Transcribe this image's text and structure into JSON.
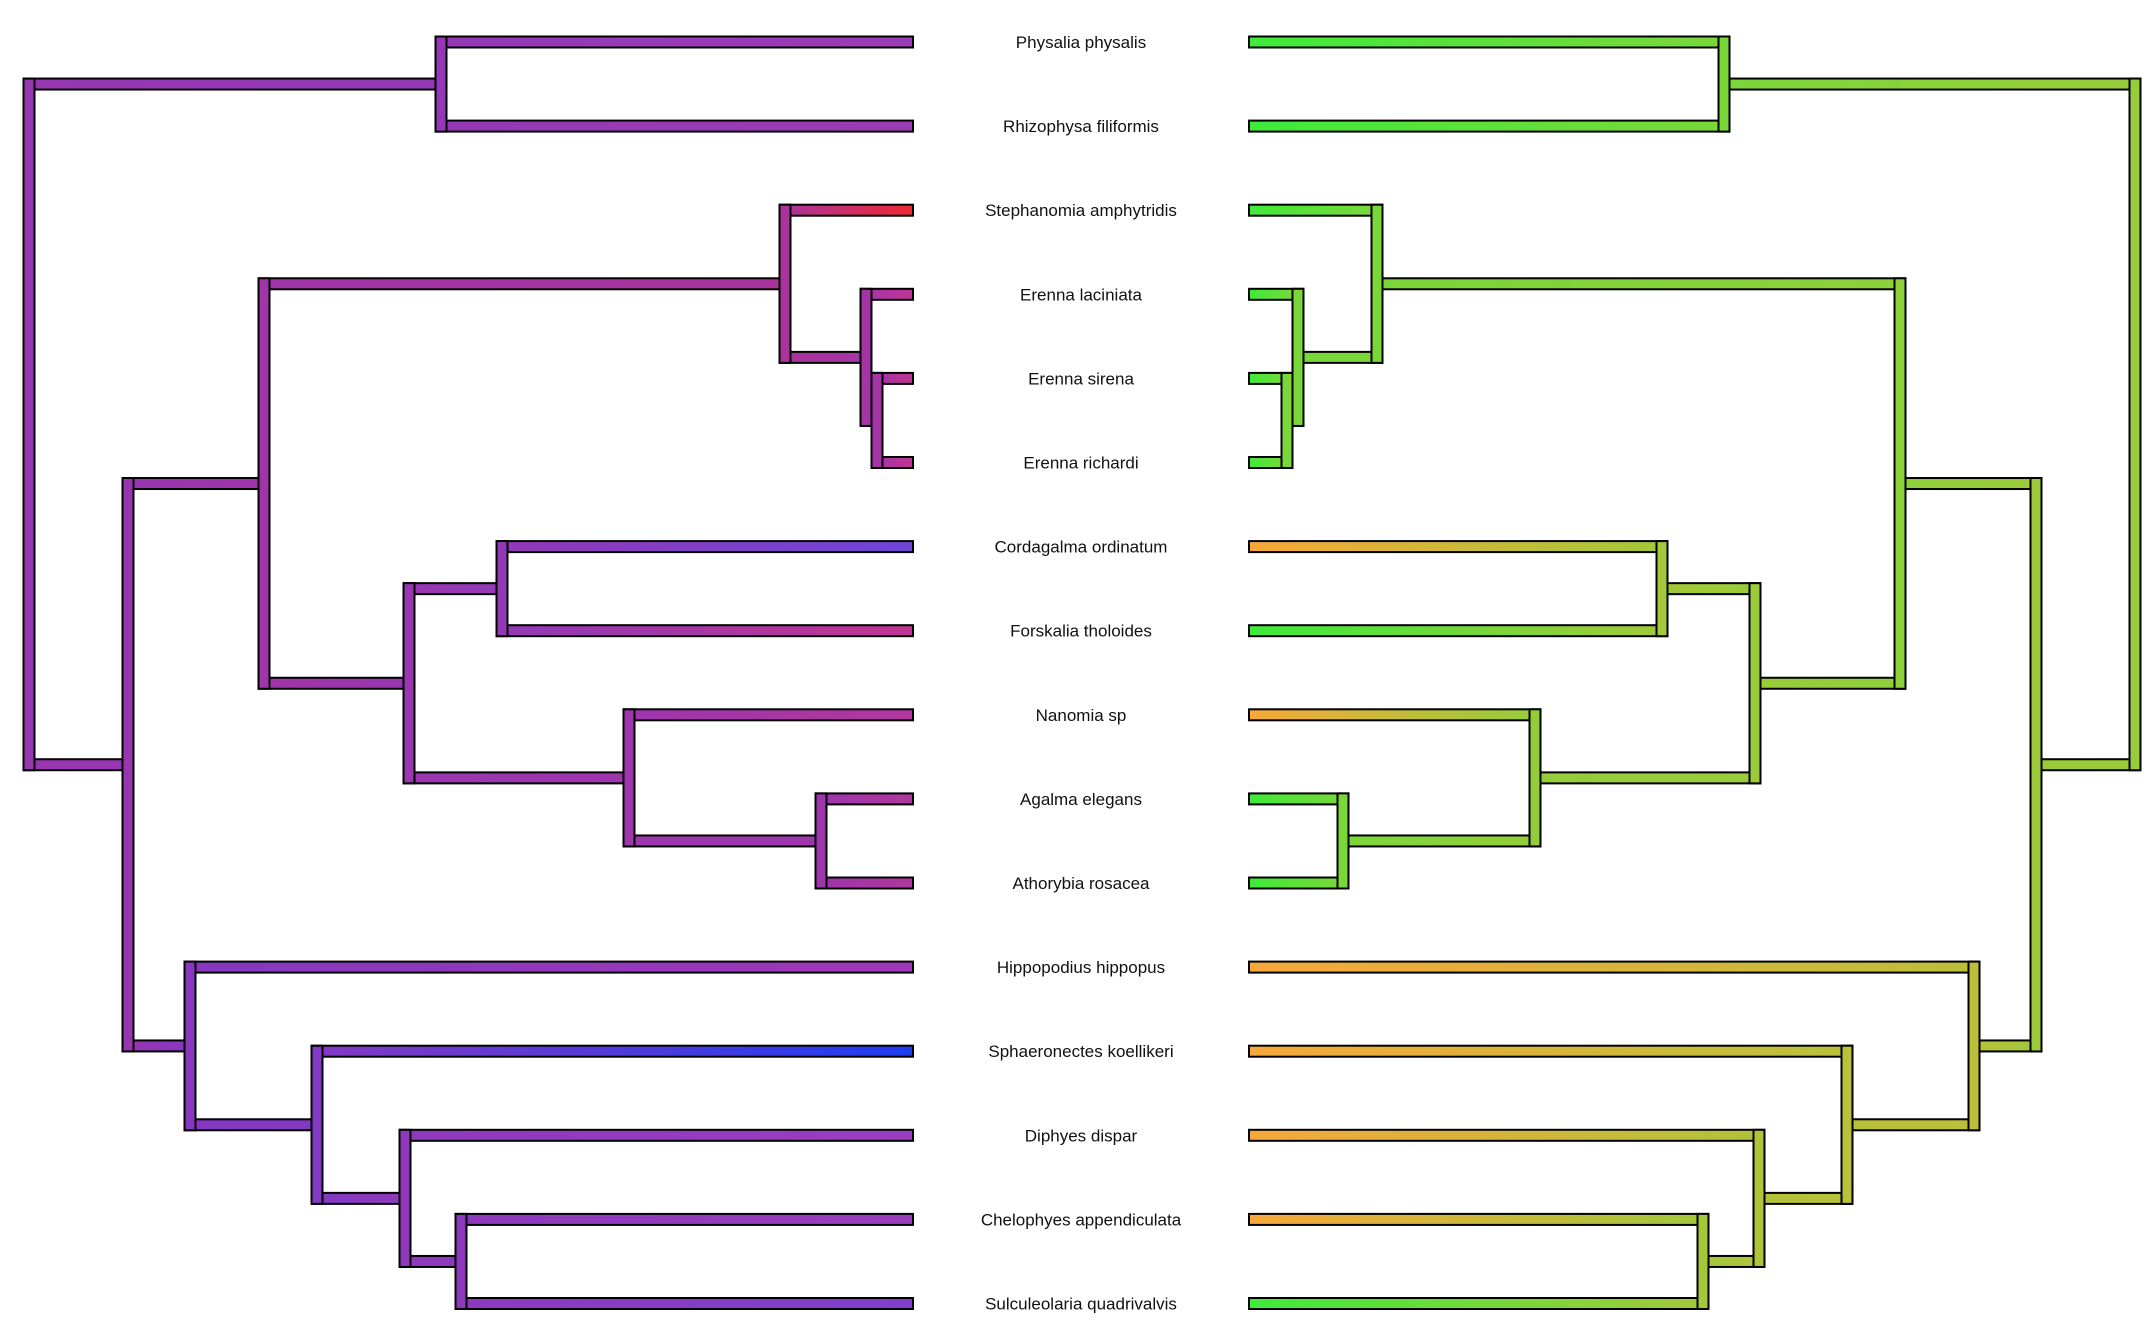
{
  "figure": {
    "type": "tanglegram",
    "description_free": true,
    "taxa": [
      "Physalia physalis",
      "Rhizophysa filiformis",
      "Stephanomia amphytridis",
      "Erenna laciniata",
      "Erenna sirena",
      "Erenna richardi",
      "Cordagalma ordinatum",
      "Forskalia tholoides",
      "Nanomia sp",
      "Agalma elegans",
      "Athorybia rosacea",
      "Hippopodius hippopus",
      "Sphaeronectes koellikeri",
      "Diphyes dispar",
      "Chelophyes appendiculata",
      "Sulculeolaria quadrivalvis"
    ],
    "left_tree": {
      "root_color": "#8e35b8",
      "tip_colors": [
        "#9b3cb6",
        "#9b3cb6",
        "#ef2a33",
        "#c03592",
        "#c03592",
        "#c03592",
        "#6e45d8",
        "#c03592",
        "#b1379e",
        "#b1379e",
        "#b1379e",
        "#9e37b9",
        "#1f3cf2",
        "#9a3cc0",
        "#9a3cc0",
        "#7e40cc"
      ]
    },
    "right_tree": {
      "root_color": "#aac73a",
      "tip_colors": [
        "#3fea3a",
        "#3fea3a",
        "#3fea3a",
        "#3fea3a",
        "#3fea3a",
        "#3fea3a",
        "#f7a83a",
        "#3fea3a",
        "#f7a83a",
        "#3fea3a",
        "#3fea3a",
        "#f7a83a",
        "#f7a83a",
        "#f7a83a",
        "#f7a83a",
        "#3fea3a"
      ]
    },
    "outline_color": "#000000"
  }
}
